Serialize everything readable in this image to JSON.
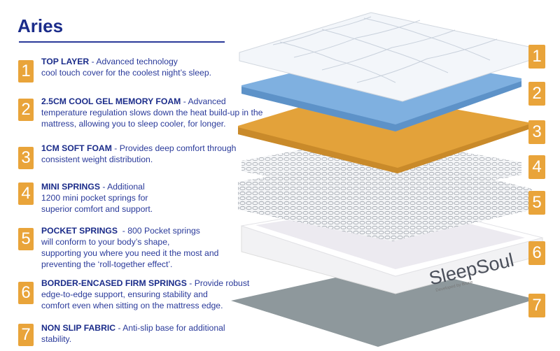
{
  "title": "Aries",
  "items": [
    {
      "num": "1",
      "heading": "TOP LAYER",
      "text": " - Advanced technology",
      "lines": [
        "cool touch cover for the coolest night’s sleep."
      ]
    },
    {
      "num": "2",
      "heading": "2.5CM COOL GEL MEMORY FOAM",
      "text": " - Advanced",
      "lines": [
        "temperature regulation slows down the heat build-up in the",
        "mattress, allowing you to sleep cooler, for longer."
      ]
    },
    {
      "num": "3",
      "heading": "1CM SOFT FOAM",
      "text": " - Provides deep comfort through",
      "lines": [
        "consistent weight distribution."
      ]
    },
    {
      "num": "4",
      "heading": "MINI SPRINGS",
      "text": " - Additional",
      "lines": [
        "1200 mini pocket springs for",
        "superior comfort and support."
      ]
    },
    {
      "num": "5",
      "heading": "POCKET SPRINGS",
      "text": "  - 800 Pocket springs",
      "lines": [
        "will conform to your body’s shape,",
        "supporting you where you need it the most and",
        "preventing the ‘roll-together effect’."
      ]
    },
    {
      "num": "6",
      "heading": "BORDER-ENCASED FIRM SPRINGS",
      "text": " - Provide robust",
      "lines": [
        "edge-to-edge support, ensuring stability and",
        "comfort even when sitting on the mattress edge."
      ]
    },
    {
      "num": "7",
      "heading": "NON SLIP FABRIC",
      "text": " - Anti-slip base for additional",
      "lines": [
        "stability."
      ]
    }
  ],
  "brand": {
    "name": "SleepSoul",
    "tagline": "Developed by Bruce"
  },
  "colors": {
    "accent": "#e9a43a",
    "navy": "#1b2c8a",
    "foam": "#7fb0e0",
    "orange": "#e3a23a",
    "fabric": "#8e989c"
  }
}
